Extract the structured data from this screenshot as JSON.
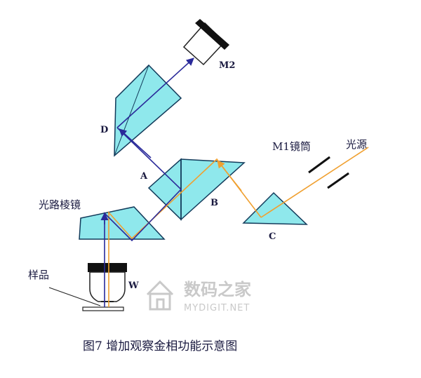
{
  "labels": {
    "m2": "M2",
    "d": "D",
    "a": "A",
    "b": "B",
    "c": "C",
    "w": "W",
    "m1_tube": "M1镜筒",
    "light_source": "光源",
    "prism_path": "光路棱镜",
    "sample": "样品"
  },
  "watermark": {
    "brand": "数码之家",
    "site": "MYDIGIT.NET"
  },
  "caption": "图7  增加观察金相功能示意图",
  "colors": {
    "prism_fill": "#8fe8ec",
    "prism_stroke": "#123a5a",
    "beam_orange": "#f0a030",
    "beam_blue": "#2a2a9a",
    "label_text": "#1a1a40"
  }
}
